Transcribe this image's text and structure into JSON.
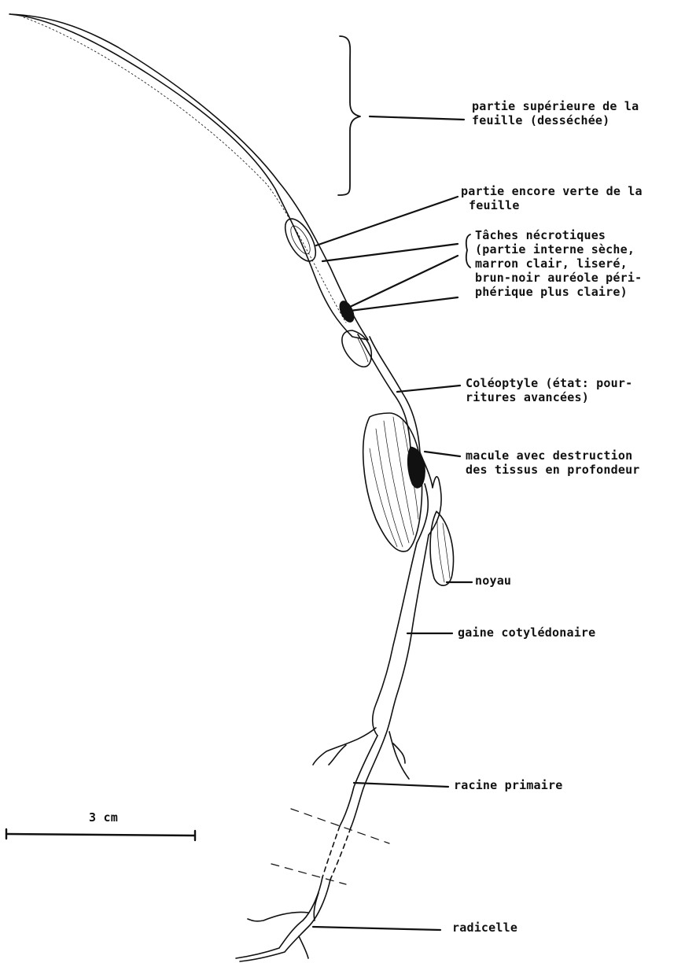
{
  "labels": {
    "upper_leaf": [
      "partie supérieure de la",
      "feuille (desséchée)"
    ],
    "green_leaf": [
      "partie encore verte de la",
      "feuille"
    ],
    "necrotic": [
      "Tâches nécrotiques",
      "(partie interne sèche,",
      "marron clair, liseré,",
      "brun-noir auréole péri-",
      "phérique plus claire)"
    ],
    "coleoptile": [
      "Coléoptyle (état: pour-",
      "ritures avancées)"
    ],
    "macule": [
      "macule avec destruction",
      "des tissus en profondeur"
    ],
    "noyau": "noyau",
    "gaine": "gaine cotylédonaire",
    "racine": "racine primaire",
    "radicelle": "radicelle"
  },
  "scale_bar": {
    "label": "3 cm"
  },
  "colors": {
    "ink": "#111111",
    "background": "#ffffff"
  }
}
